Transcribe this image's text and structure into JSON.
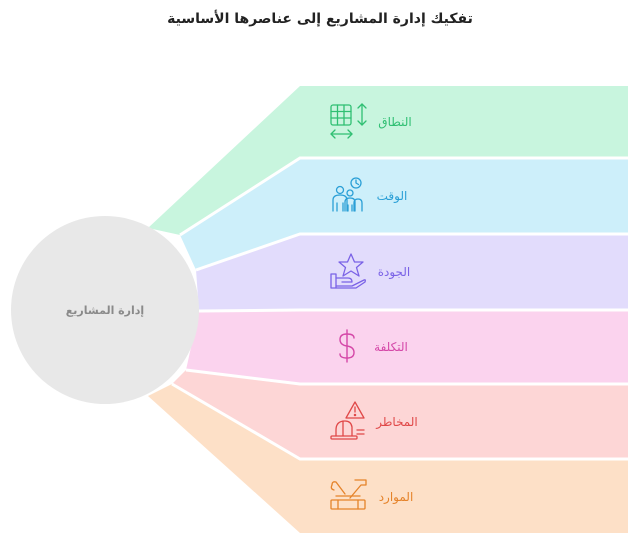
{
  "title": "تفكيك إدارة المشاريع إلى عناصرها الأساسية",
  "center": {
    "label": "إدارة المشاريع",
    "fill": "#e8e8e8"
  },
  "elements": [
    {
      "label": "النطاق",
      "icon": "grid-resize-icon",
      "fill": "#c8f5de",
      "color": "#2fbf72"
    },
    {
      "label": "الوقت",
      "icon": "people-clock-icon",
      "fill": "#cdeffa",
      "color": "#2a9fd6"
    },
    {
      "label": "الجودة",
      "icon": "star-hand-icon",
      "fill": "#e2dcfc",
      "color": "#7a62e6"
    },
    {
      "label": "التكلفة",
      "icon": "dollar-icon",
      "fill": "#fbd3ee",
      "color": "#d548a8"
    },
    {
      "label": "المخاطر",
      "icon": "warning-helmet-icon",
      "fill": "#fdd6d6",
      "color": "#e04848"
    },
    {
      "label": "الموارد",
      "icon": "tools-box-icon",
      "fill": "#fde0c7",
      "color": "#e5832a"
    }
  ]
}
